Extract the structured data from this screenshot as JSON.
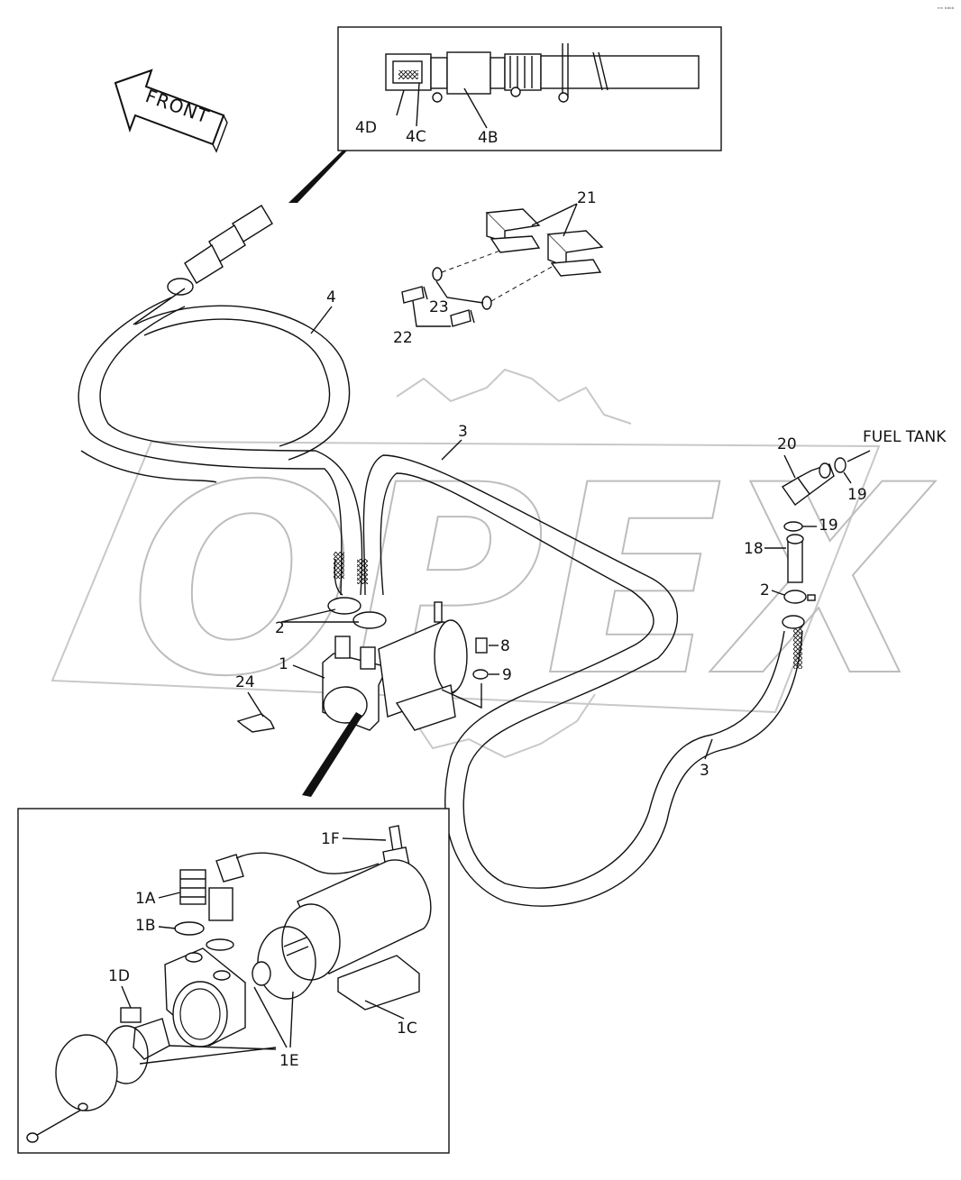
{
  "diagram": {
    "corner_mark": "ᵐⁿ ᵇᵇᵇᵇ",
    "watermark": "OPEX",
    "direction_arrow": "FRONT",
    "destination_label": "FUEL TANK",
    "callouts": {
      "c4D": "4D",
      "c4C": "4C",
      "c4B": "4B",
      "c21": "21",
      "c23": "23",
      "c22": "22",
      "c4": "4",
      "c3a": "3",
      "c3b": "3",
      "c20": "20",
      "c19a": "19",
      "c19b": "19",
      "c18": "18",
      "c2a": "2",
      "c2b": "2",
      "c1": "1",
      "c8": "8",
      "c9": "9",
      "c24": "24",
      "c1F": "1F",
      "c1A": "1A",
      "c1B": "1B",
      "c1D": "1D",
      "c1C": "1C",
      "c1E": "1E"
    }
  }
}
